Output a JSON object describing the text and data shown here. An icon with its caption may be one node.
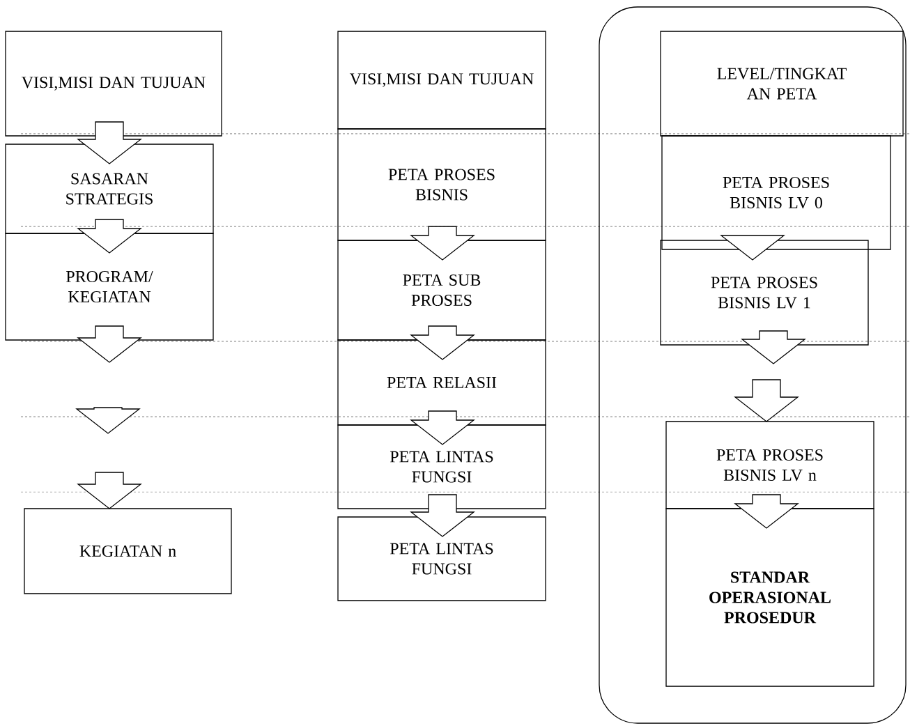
{
  "diagram": {
    "nodes": [
      {
        "text": [
          "VISI,MISI DAN TUJUAN"
        ]
      },
      {
        "text": [
          "SASARAN STRATEGIS"
        ]
      },
      {
        "text": [
          "PROGRAM/ KEGIATAN"
        ]
      },
      {
        "text": [
          "KEGIATAN n"
        ]
      },
      {
        "text": [
          "VISI,MISI DAN TUJUAN"
        ]
      },
      {
        "text": [
          "PETA PROSES BISNIS"
        ]
      },
      {
        "text": [
          "PETA SUB PROSES"
        ]
      },
      {
        "text": [
          "PETA RELASII"
        ]
      },
      {
        "text": [
          "PETA LINTAS FUNGSI"
        ]
      },
      {
        "text": [
          "PETA LINTAS FUNGSI"
        ]
      },
      {
        "text": [],
        "shape": "box"
      },
      {
        "text": [
          "LEVEL/TINGKAT AN PETA"
        ],
        "in": 10
      },
      {
        "text": [
          "PETA PROSES BISNIS LV 0"
        ],
        "in": 10
      },
      {
        "text": [
          "PETA PROSES BISNIS LV 1"
        ],
        "in": 10
      },
      {
        "text": [
          "PETA PROSES BISNIS LV n"
        ],
        "in": 10
      },
      {
        "text": [
          "STANDAR OPERASIONAL PROSEDUR"
        ],
        "in": 10
      }
    ],
    "edges": [
      {
        "from": 0,
        "to": 1,
        "arrow": "to"
      },
      {
        "from": 1,
        "to": 2,
        "arrow": "to"
      },
      {
        "from": 2,
        "to": null,
        "arrow": "to"
      },
      {
        "from": null,
        "to": 3,
        "arrow": "to"
      },
      {
        "from": 5,
        "to": 6,
        "arrow": "to"
      },
      {
        "from": 6,
        "to": 7,
        "arrow": "to"
      },
      {
        "from": 7,
        "to": 8,
        "arrow": "to"
      },
      {
        "from": 8,
        "to": 9,
        "arrow": "to"
      },
      {
        "from": 12,
        "to": 13,
        "arrow": "to"
      },
      {
        "from": 13,
        "to": null,
        "arrow": "to"
      },
      {
        "from": null,
        "to": 14,
        "arrow": "to"
      },
      {
        "from": 14,
        "to": 15,
        "arrow": "to"
      }
    ]
  }
}
